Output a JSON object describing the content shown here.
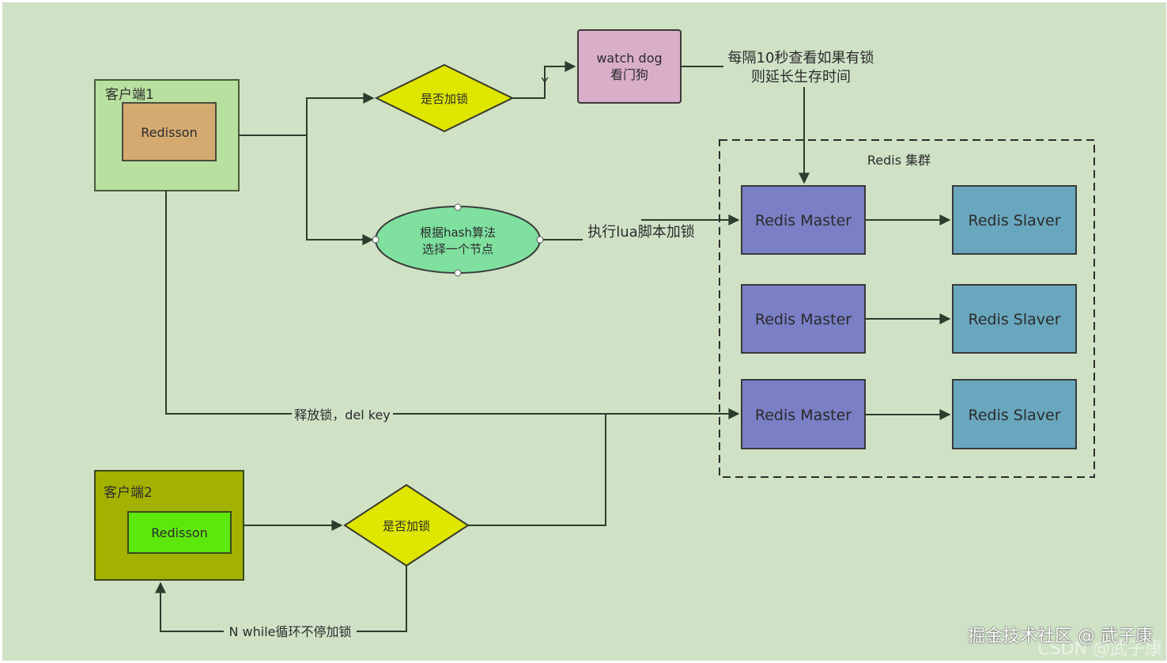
{
  "colors": {
    "background": "#cfe2c6",
    "client1_box": "#b8e0a0",
    "client1_inner": "#d4aa70",
    "client2_box": "#a3b100",
    "client2_inner": "#5de80c",
    "diamond": "#dfe600",
    "watchdog": "#d9aec9",
    "ellipse": "#7fe0a0",
    "master": "#7a7fc6",
    "slave": "#69a7be",
    "line": "#2d3d2d"
  },
  "client1": {
    "title": "客户端1",
    "inner": "Redisson"
  },
  "client2": {
    "title": "客户端2",
    "inner": "Redisson"
  },
  "decision1": {
    "label": "是否加锁"
  },
  "decision2": {
    "label": "是否加锁"
  },
  "yes_label": "Y",
  "watchdog": {
    "line1": "watch dog",
    "line2": "看门狗"
  },
  "watchdog_note": {
    "line1": "每隔10秒查看如果有锁",
    "line2": "则延长生存时间"
  },
  "hash_node": {
    "line1": "根据hash算法",
    "line2": "选择一个节点"
  },
  "lua_label": "执行lua脚本加锁",
  "cluster": {
    "title": "Redis 集群",
    "rows": [
      {
        "master": "Redis Master",
        "slave": "Redis Slaver"
      },
      {
        "master": "Redis Master",
        "slave": "Redis Slaver"
      },
      {
        "master": "Redis Master",
        "slave": "Redis Slaver"
      }
    ]
  },
  "release_label": "释放锁，del key",
  "loop_label": "N while循环不停加锁",
  "watermark": "掘金技术社区 @ 武子康",
  "watermark_faint": "CSDN @武子康"
}
